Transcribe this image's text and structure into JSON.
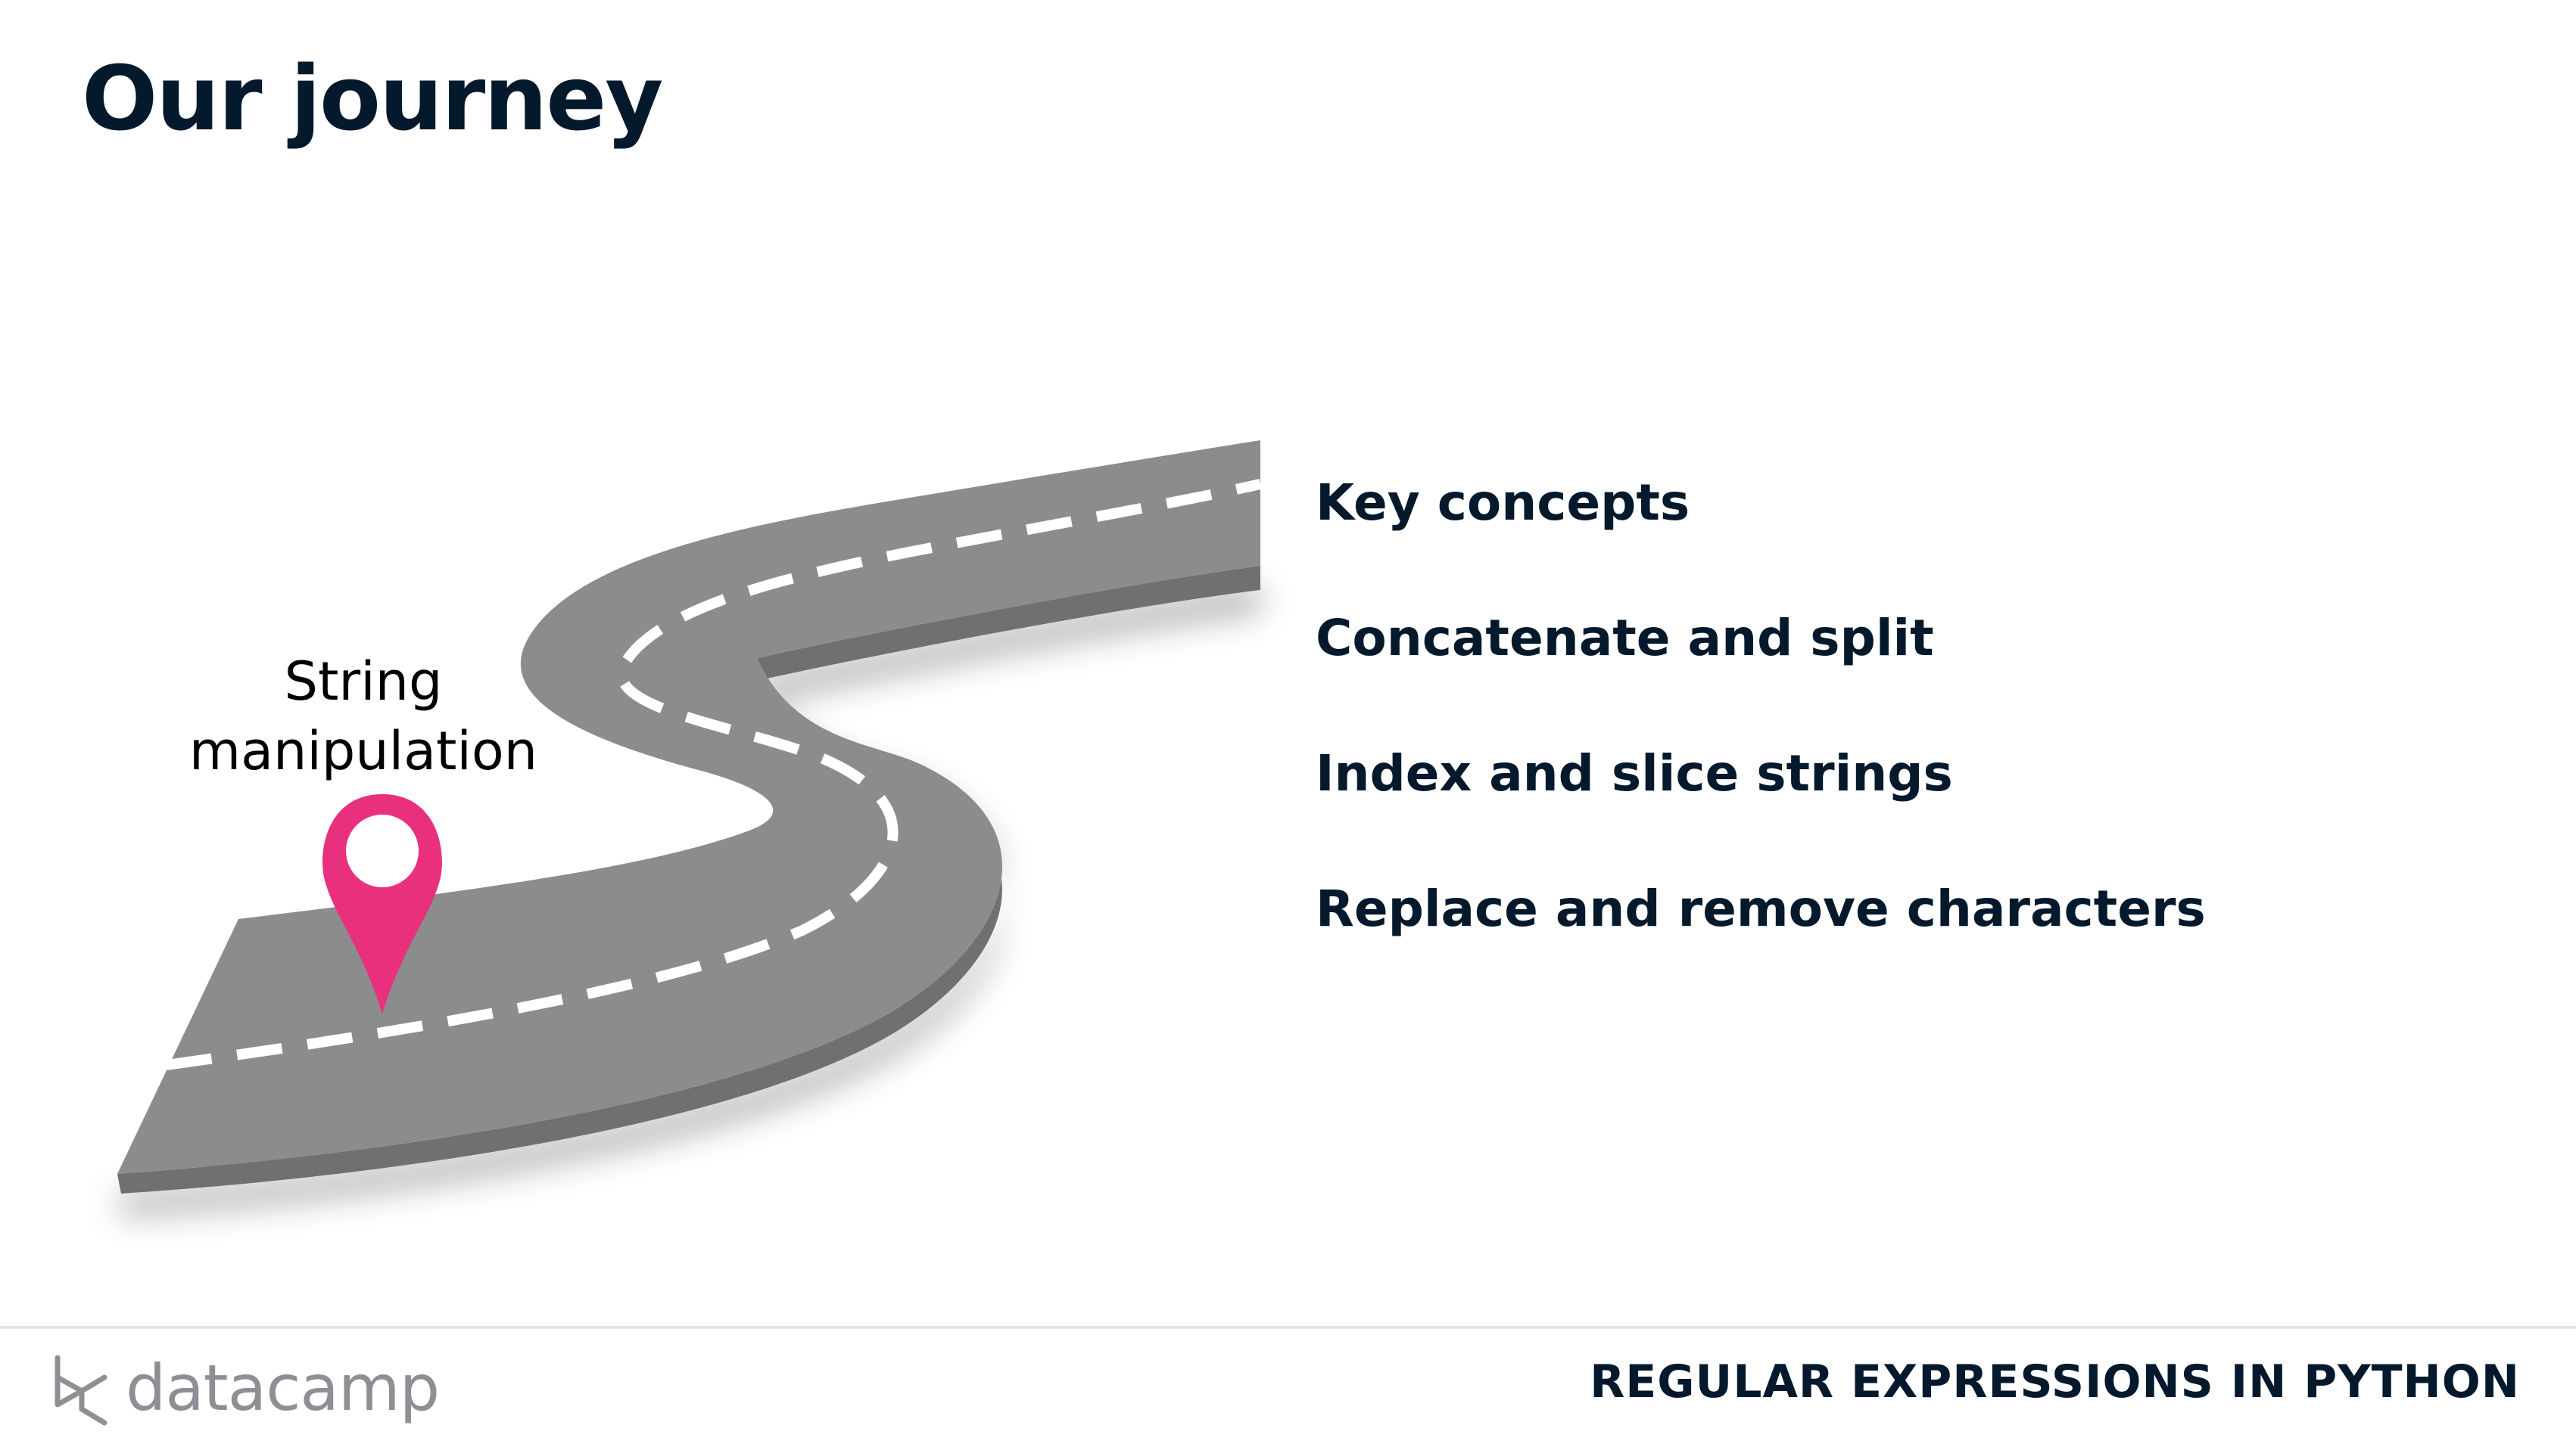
{
  "slide": {
    "title": "Our journey"
  },
  "road": {
    "pin_label_line1": "String",
    "pin_label_line2": "manipulation",
    "pin_color": "#e9307f",
    "road_color": "#8c8c8c",
    "road_edge_color": "#6f6f6f",
    "dash_color": "#ffffff",
    "icons": [
      "map-pin-icon"
    ]
  },
  "topics": [
    {
      "label": "Key concepts"
    },
    {
      "label": "Concatenate and split"
    },
    {
      "label": "Index and slice strings"
    },
    {
      "label": "Replace and remove characters"
    }
  ],
  "footer": {
    "logo_text": "datacamp",
    "course_title": "REGULAR EXPRESSIONS IN PYTHON",
    "brand_text_color": "#05192d",
    "logo_color": "#8e8f94"
  }
}
